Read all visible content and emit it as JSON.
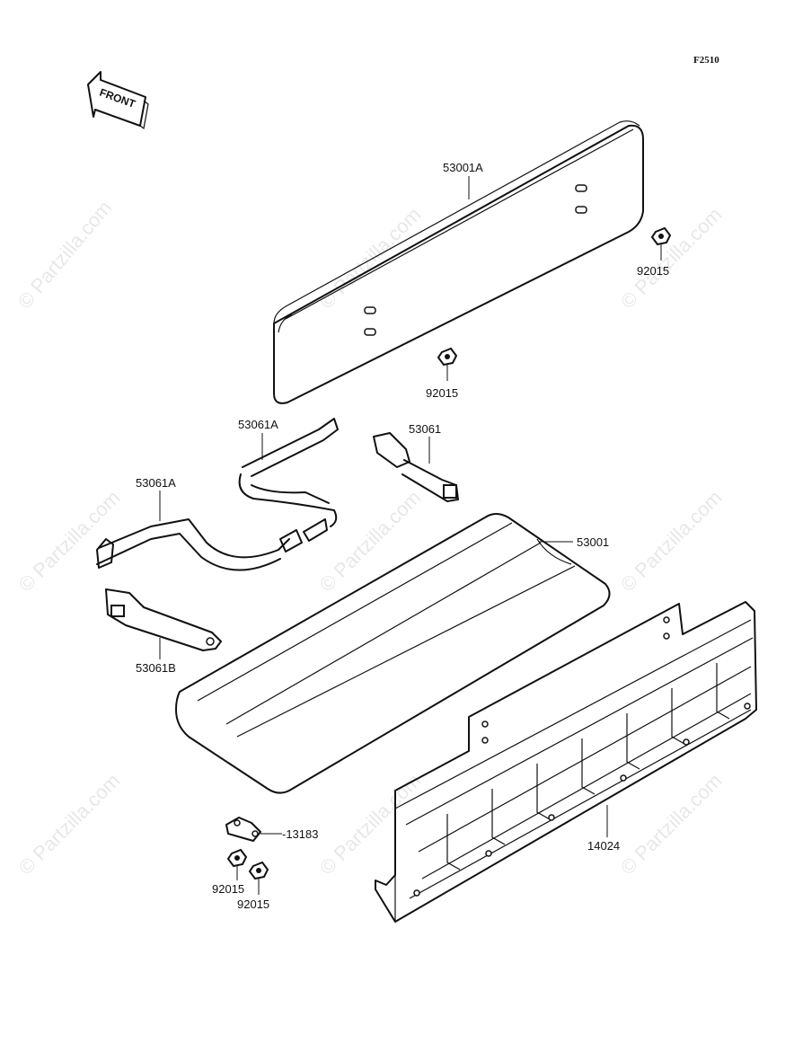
{
  "figure_code": "F2510",
  "front_label": "FRONT",
  "watermark": "© Partzilla.com",
  "parts": [
    {
      "id": "p-53001A",
      "label": "53001A"
    },
    {
      "id": "p-92015-a",
      "label": "92015"
    },
    {
      "id": "p-92015-b",
      "label": "92015"
    },
    {
      "id": "p-53061A-a",
      "label": "53061A"
    },
    {
      "id": "p-53061",
      "label": "53061"
    },
    {
      "id": "p-53061A-b",
      "label": "53061A"
    },
    {
      "id": "p-53001",
      "label": "53001"
    },
    {
      "id": "p-53061B",
      "label": "53061B"
    },
    {
      "id": "p-13183",
      "label": "-13183"
    },
    {
      "id": "p-14024",
      "label": "14024"
    },
    {
      "id": "p-92015-c",
      "label": "92015"
    },
    {
      "id": "p-92015-d",
      "label": "92015"
    }
  ]
}
